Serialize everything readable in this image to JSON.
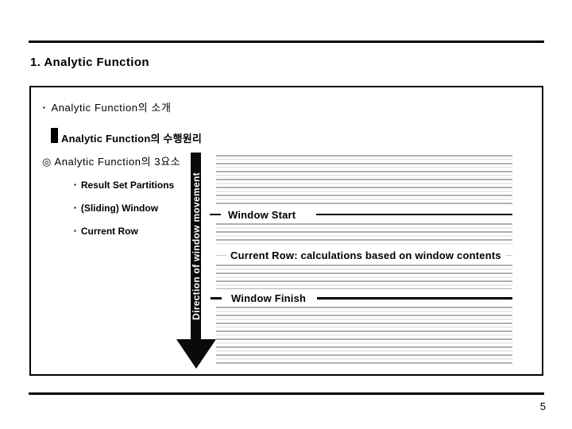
{
  "slide": {
    "title": "1. Analytic Function",
    "page_number": "5"
  },
  "content": {
    "intro": {
      "bullet": "▪",
      "text": "Analytic Function의 소개"
    },
    "principle": {
      "heading": "Analytic Function의 수행원리"
    },
    "elements": {
      "heading": "◎ Analytic Function의 3요소",
      "items": [
        {
          "bullet": "▪",
          "label": "Result Set Partitions"
        },
        {
          "bullet": "▪",
          "label": "(Sliding) Window"
        },
        {
          "bullet": "▪",
          "label": "Current Row"
        }
      ]
    }
  },
  "diagram": {
    "arrow_label": "Direction of window movement",
    "window_start_label": "Window Start",
    "current_row_label": "Current Row: calculations based on window contents",
    "window_finish_label": "Window Finish"
  },
  "colors": {
    "foreground": "#000000",
    "stripe_dark": "#b0b0b0",
    "stripe_light": "#e2e2e2"
  }
}
